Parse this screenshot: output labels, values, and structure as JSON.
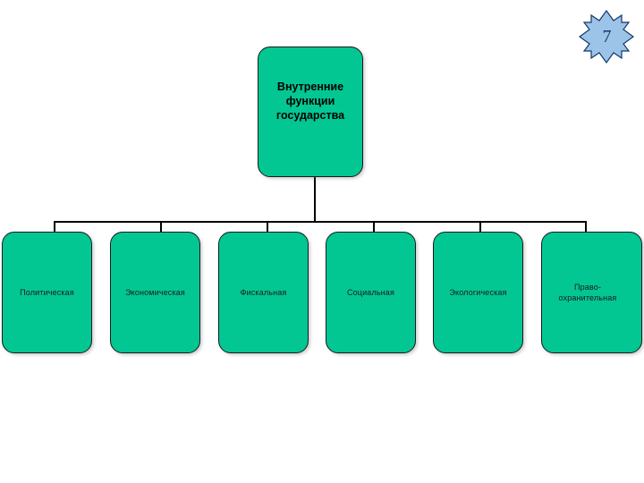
{
  "slide": {
    "page_number": "7",
    "badge_shape": "eight-point-star",
    "badge_fill_color": "#9cc3e8",
    "badge_outline_color": "#14386b",
    "background_color": "#ffffff"
  },
  "diagram": {
    "type": "tree",
    "node_fill_color": "#03c793",
    "node_border_color": "#1a1a1a",
    "connector_color": "#000000",
    "root": {
      "label": "Внутренние функции государства",
      "lines": [
        "Внутренние",
        "функции",
        "государства"
      ]
    },
    "children": [
      {
        "label": "Политическая"
      },
      {
        "label": "Экономическая"
      },
      {
        "label": "Фискальная"
      },
      {
        "label": "Социальная"
      },
      {
        "label": "Экологическая"
      },
      {
        "label": "Право-охранительная",
        "lines": [
          "Право-",
          "охранительная"
        ]
      }
    ]
  }
}
